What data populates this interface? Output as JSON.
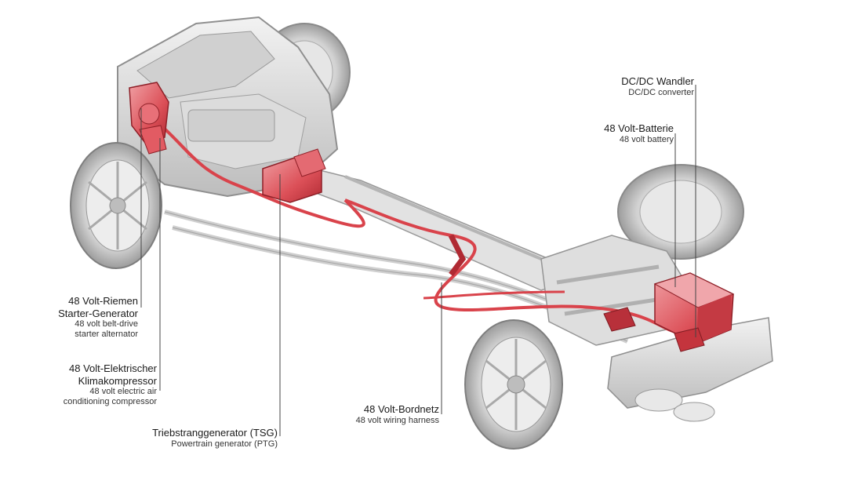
{
  "colors": {
    "accent": "#d9434b",
    "accent_dark": "#b02a33",
    "chassis_light": "#e6e6e6",
    "chassis_mid": "#c8c8c8",
    "chassis_dark": "#9a9a9a",
    "leader": "#444444"
  },
  "labels": {
    "dcdc": {
      "de": "DC/DC Wandler",
      "en": "DC/DC converter"
    },
    "battery": {
      "de": "48 Volt-Batterie",
      "en": "48 volt battery"
    },
    "rsg": {
      "de_line1": "48 Volt-Riemen",
      "de_line2": "Starter-Generator",
      "en_line1": "48 volt belt-drive",
      "en_line2": "starter alternator"
    },
    "aircon": {
      "de_line1": "48 Volt-Elektrischer",
      "de_line2": "Klimakompressor",
      "en_line1": "48 volt electric air",
      "en_line2": "conditioning compressor"
    },
    "tsg": {
      "de": "Triebstranggenerator (TSG)",
      "en": "Powertrain generator (PTG)"
    },
    "wiring": {
      "de": "48 Volt-Bordnetz",
      "en": "48 volt wiring harness"
    }
  }
}
